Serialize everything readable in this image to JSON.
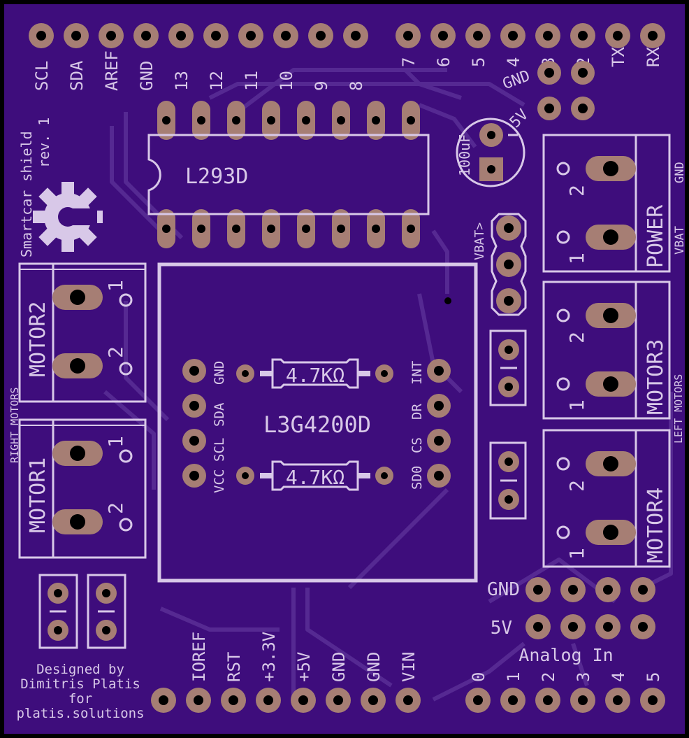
{
  "board": {
    "name": "Smartcar shield",
    "revision": "rev. 1",
    "credits": [
      "Designed by",
      "Dimitris Platis",
      "for",
      "platis.solutions"
    ]
  },
  "header_top_left": [
    "SCL",
    "SDA",
    "AREF",
    "GND",
    "13",
    "12",
    "11",
    "10",
    "9",
    "8"
  ],
  "header_top_right": [
    "7",
    "6",
    "5",
    "4",
    "3",
    "2",
    "TX",
    "RX"
  ],
  "header_bottom_power": [
    "IOREF",
    "RST",
    "+3.3V",
    "+5V",
    "GND",
    "GND",
    "VIN"
  ],
  "header_bottom_analog": [
    "0",
    "1",
    "2",
    "3",
    "4",
    "5"
  ],
  "analog_title": "Analog In",
  "power_rails": {
    "gnd": "GND",
    "v5": "5V"
  },
  "aux_header": {
    "gnd": "GND",
    "v5": "5V"
  },
  "driver_ic": {
    "label": "L293D"
  },
  "capacitor": {
    "label": "100uF"
  },
  "vbat_jumper": {
    "label": "VBAT>"
  },
  "gyro": {
    "label": "L3G4200D",
    "left_pins": [
      "GND",
      "SDA",
      "SCL",
      "VCC"
    ],
    "right_pins": [
      "INT",
      "DR",
      "CS",
      "SD0"
    ],
    "resistor1": "4.7KΩ",
    "resistor2": "4.7KΩ"
  },
  "connectors": {
    "motor2": {
      "label": "MOTOR2",
      "pin1": "1",
      "pin2": "2"
    },
    "motor1": {
      "label": "MOTOR1",
      "pin1": "1",
      "pin2": "2"
    },
    "power": {
      "label": "POWER",
      "pin1": "1",
      "pin2": "2"
    },
    "motor3": {
      "label": "MOTOR3",
      "pin1": "1",
      "pin2": "2"
    },
    "motor4": {
      "label": "MOTOR4",
      "pin1": "1",
      "pin2": "2"
    }
  },
  "side_labels": {
    "right_motors": "RIGHT MOTORS",
    "left_motors": "LEFT MOTORS",
    "gnd": "GND",
    "vbat": "VBAT"
  },
  "colors": {
    "board": "#3e0d7c",
    "copper": "#a67e74",
    "silk": "#d8c8e8",
    "trace": "#5a2f96",
    "hole": "#000000"
  }
}
